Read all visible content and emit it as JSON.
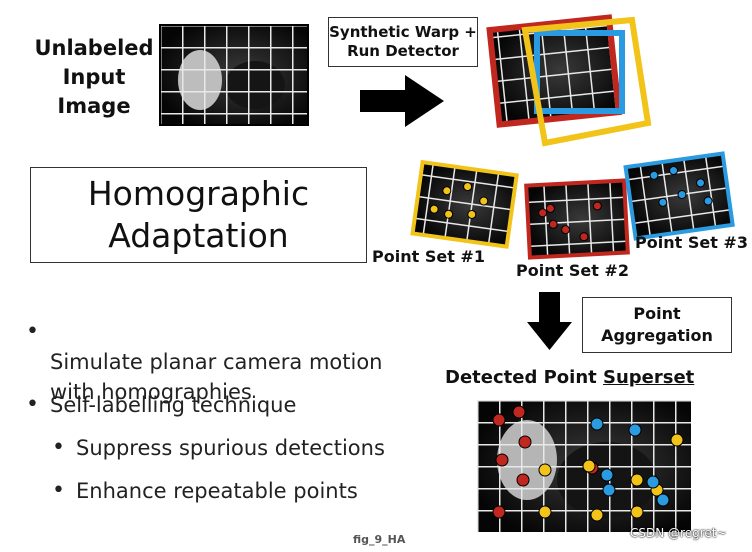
{
  "input_label": "Unlabeled\nInput\nImage",
  "warp_label": "Synthetic Warp +\nRun Detector",
  "title": "Homographic\nAdaptation",
  "point_sets": [
    "Point Set #1",
    "Point Set #2",
    "Point Set #3"
  ],
  "aggregation_label": "Point\nAggregation",
  "superset_prefix": "Detected Point ",
  "superset_underlined": "Superset",
  "bullets": [
    {
      "text": "Simulate planar camera motion\nwith homographies",
      "level": 1
    },
    {
      "text": "Self-labelling technique",
      "level": 1
    },
    {
      "text": "Suppress spurious detections",
      "level": 2
    },
    {
      "text": "Enhance repeatable points",
      "level": 2
    }
  ],
  "caption": "fig_9_HA",
  "watermark": "CSDN @regret~",
  "colors": {
    "red": "#c0271f",
    "yellow": "#f2c319",
    "blue": "#2a9be0",
    "black": "#111111"
  }
}
